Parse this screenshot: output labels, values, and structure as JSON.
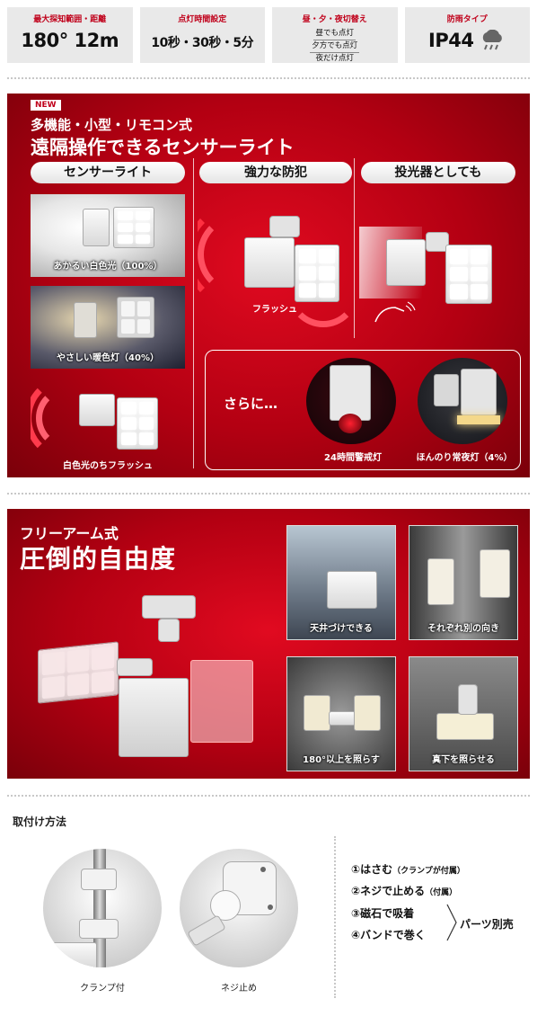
{
  "specs": [
    {
      "label": "最大探知範囲・距離",
      "value": "180° 12m"
    },
    {
      "label": "点灯時間設定",
      "value": "10秒・30秒・5分"
    },
    {
      "label": "昼・夕・夜切替え",
      "lines": [
        "昼でも点灯",
        "夕方でも点灯",
        "夜だけ点灯"
      ]
    },
    {
      "label": "防雨タイプ",
      "value": "IP44",
      "icon": "rain-cloud-icon"
    }
  ],
  "feature_panel": {
    "badge": "NEW",
    "subtitle": "多機能・小型・リモコン式",
    "title": "遠隔操作できるセンサーライト",
    "columns": [
      {
        "heading": "センサーライト",
        "items": [
          "あかるい白色光（100%）",
          "やさしい暖色灯（40%）",
          "白色光のちフラッシュ"
        ]
      },
      {
        "heading": "強力な防犯",
        "items": [
          "フラッシュ"
        ]
      },
      {
        "heading": "投光器としても",
        "items": []
      }
    ],
    "more": {
      "label": "さらに…",
      "items": [
        "24時間警戒灯",
        "ほんのり常夜灯（4%）"
      ]
    }
  },
  "arm_panel": {
    "subtitle": "フリーアーム式",
    "title": "圧倒的自由度",
    "thumbs": [
      "天井づけできる",
      "それぞれ別の向き",
      "180°以上を照らす",
      "真下を照らせる"
    ]
  },
  "install": {
    "title": "取付け方法",
    "circles": [
      "クランプ付",
      "ネジ止め"
    ],
    "methods": [
      {
        "main": "①はさむ",
        "note": "（クランプが付属）"
      },
      {
        "main": "②ネジで止める",
        "note": "（付属）"
      },
      {
        "main": "③磁石で吸着",
        "note": ""
      },
      {
        "main": "④バンドで巻く",
        "note": ""
      }
    ],
    "bracket_label": "パーツ別売"
  },
  "colors": {
    "brand_red": "#c0001a",
    "panel_red": "#d0061a",
    "spec_bg": "#e9e9e9"
  }
}
